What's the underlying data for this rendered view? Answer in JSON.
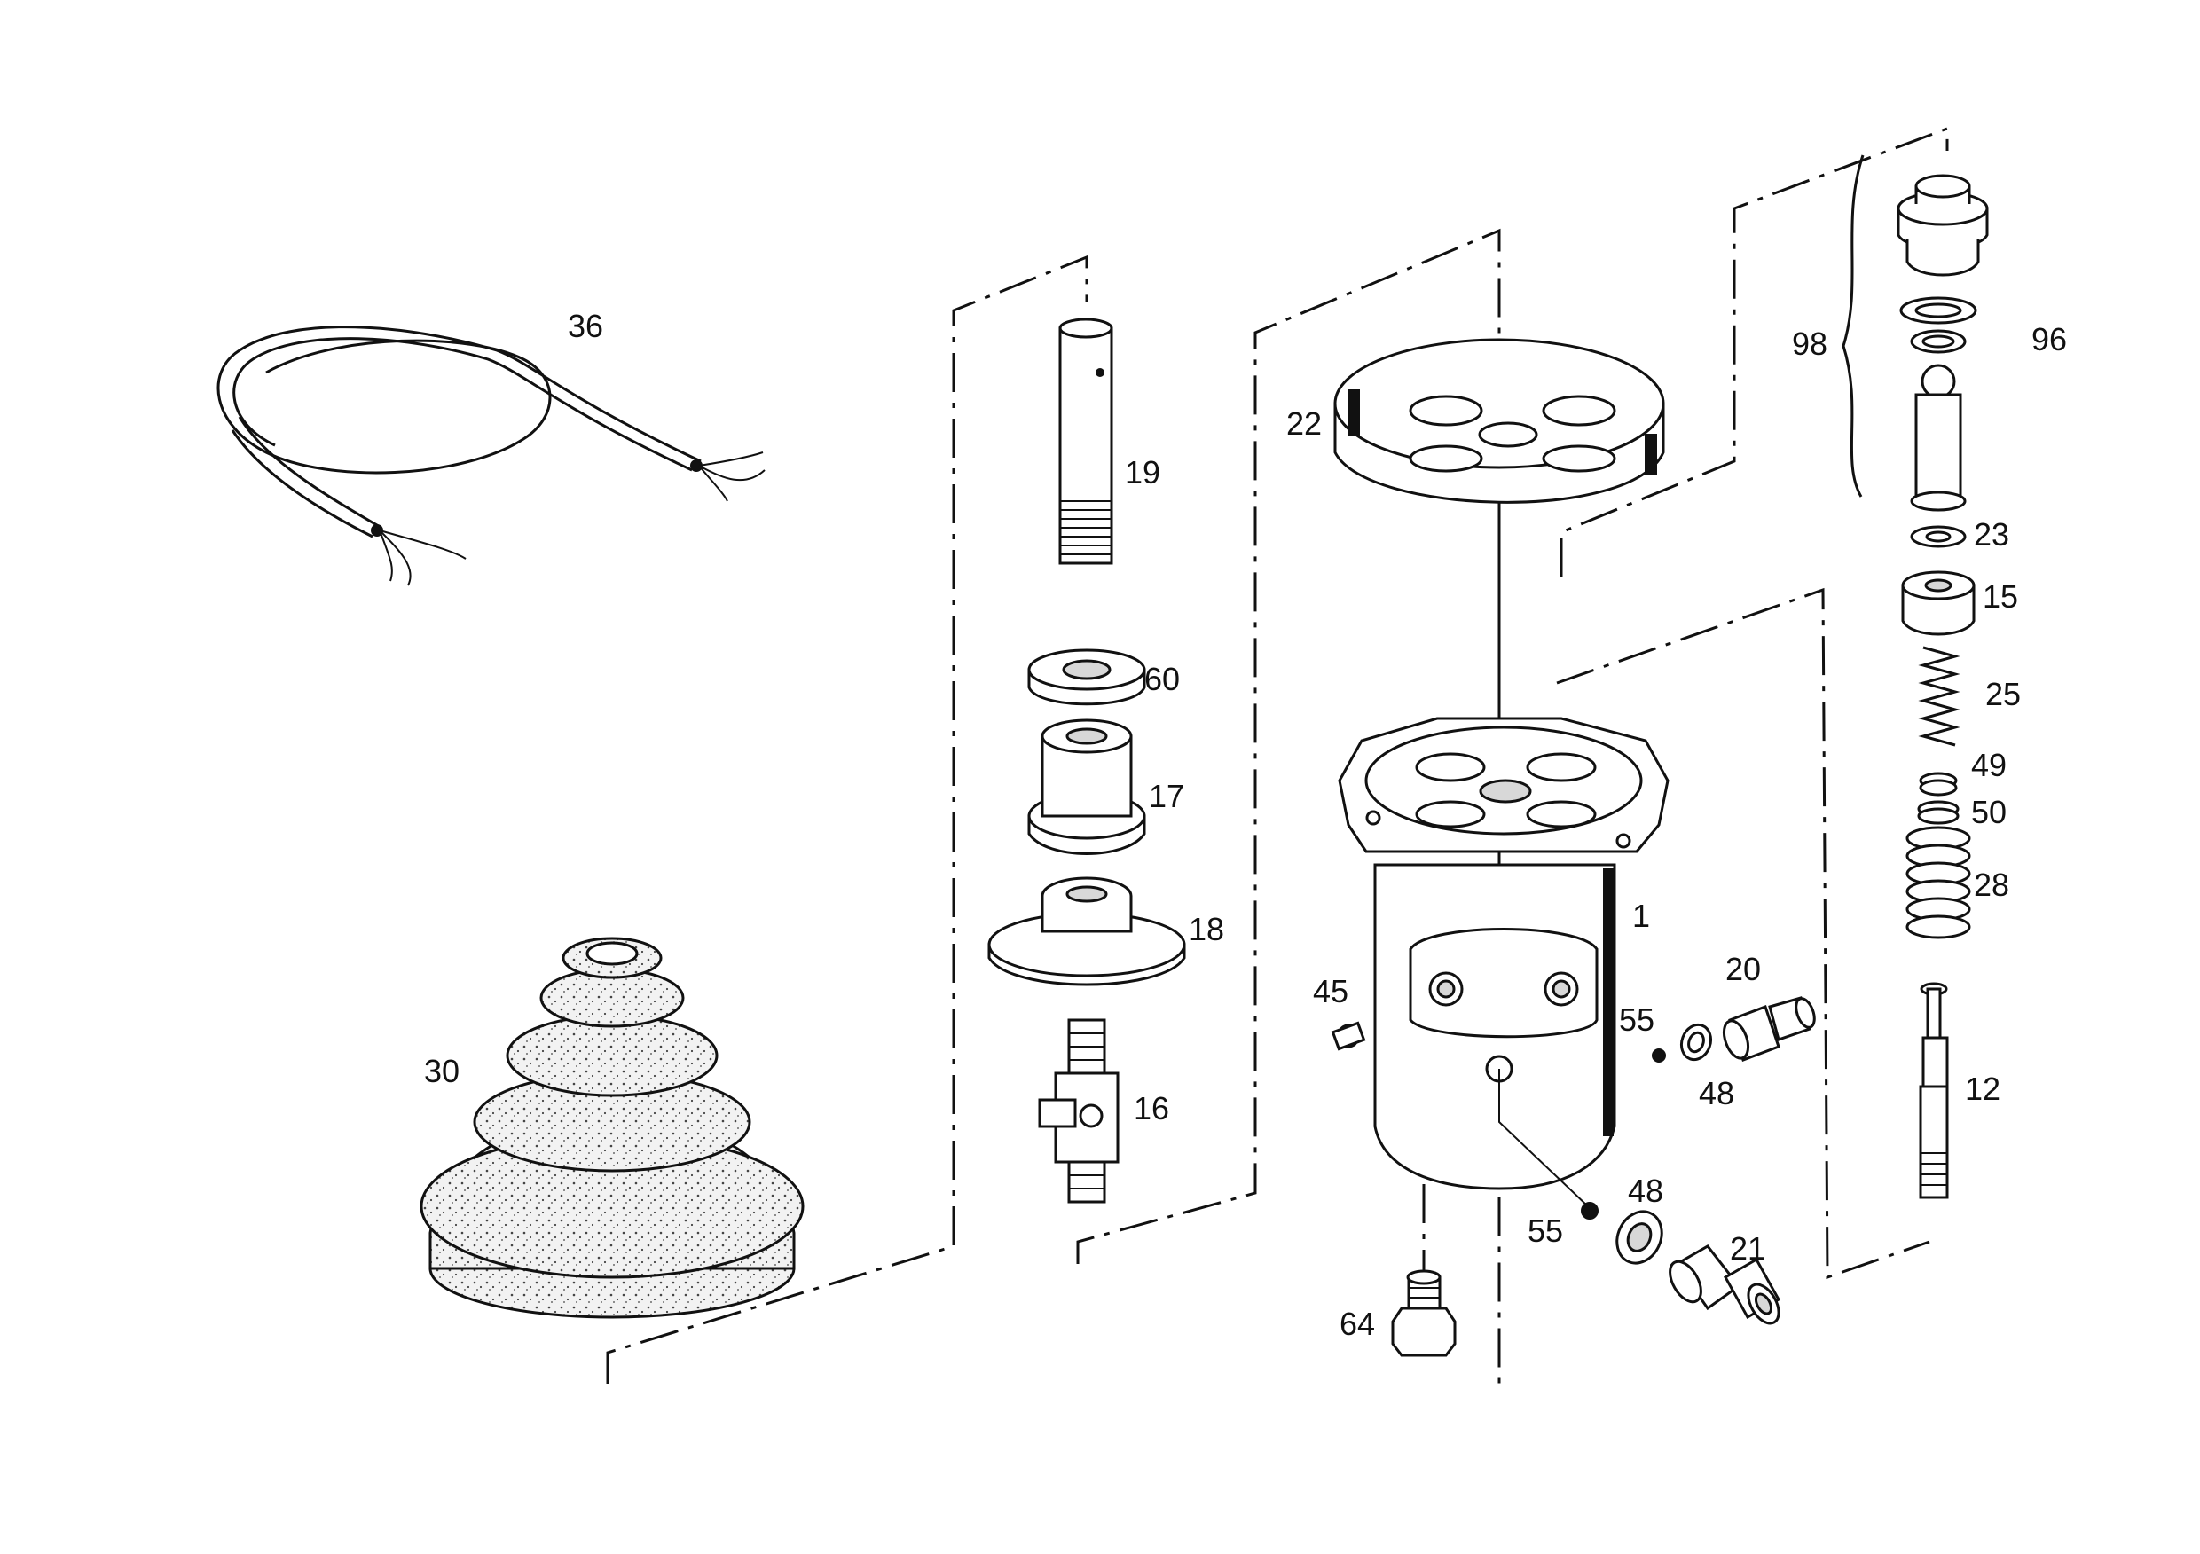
{
  "callouts": [
    {
      "id": "c36",
      "text": "36"
    },
    {
      "id": "c30",
      "text": "30"
    },
    {
      "id": "c19",
      "text": "19"
    },
    {
      "id": "c60",
      "text": "60"
    },
    {
      "id": "c17",
      "text": "17"
    },
    {
      "id": "c18",
      "text": "18"
    },
    {
      "id": "c16",
      "text": "16"
    },
    {
      "id": "c22",
      "text": "22"
    },
    {
      "id": "c1",
      "text": "1"
    },
    {
      "id": "c45",
      "text": "45"
    },
    {
      "id": "c55a",
      "text": "55"
    },
    {
      "id": "c20",
      "text": "20"
    },
    {
      "id": "c48a",
      "text": "48"
    },
    {
      "id": "c55b",
      "text": "55"
    },
    {
      "id": "c48b",
      "text": "48"
    },
    {
      "id": "c21",
      "text": "21"
    },
    {
      "id": "c64",
      "text": "64"
    },
    {
      "id": "c98",
      "text": "98"
    },
    {
      "id": "c96",
      "text": "96"
    },
    {
      "id": "c23",
      "text": "23"
    },
    {
      "id": "c15",
      "text": "15"
    },
    {
      "id": "c25",
      "text": "25"
    },
    {
      "id": "c49",
      "text": "49"
    },
    {
      "id": "c50",
      "text": "50"
    },
    {
      "id": "c28",
      "text": "28"
    },
    {
      "id": "c12",
      "text": "12"
    }
  ]
}
